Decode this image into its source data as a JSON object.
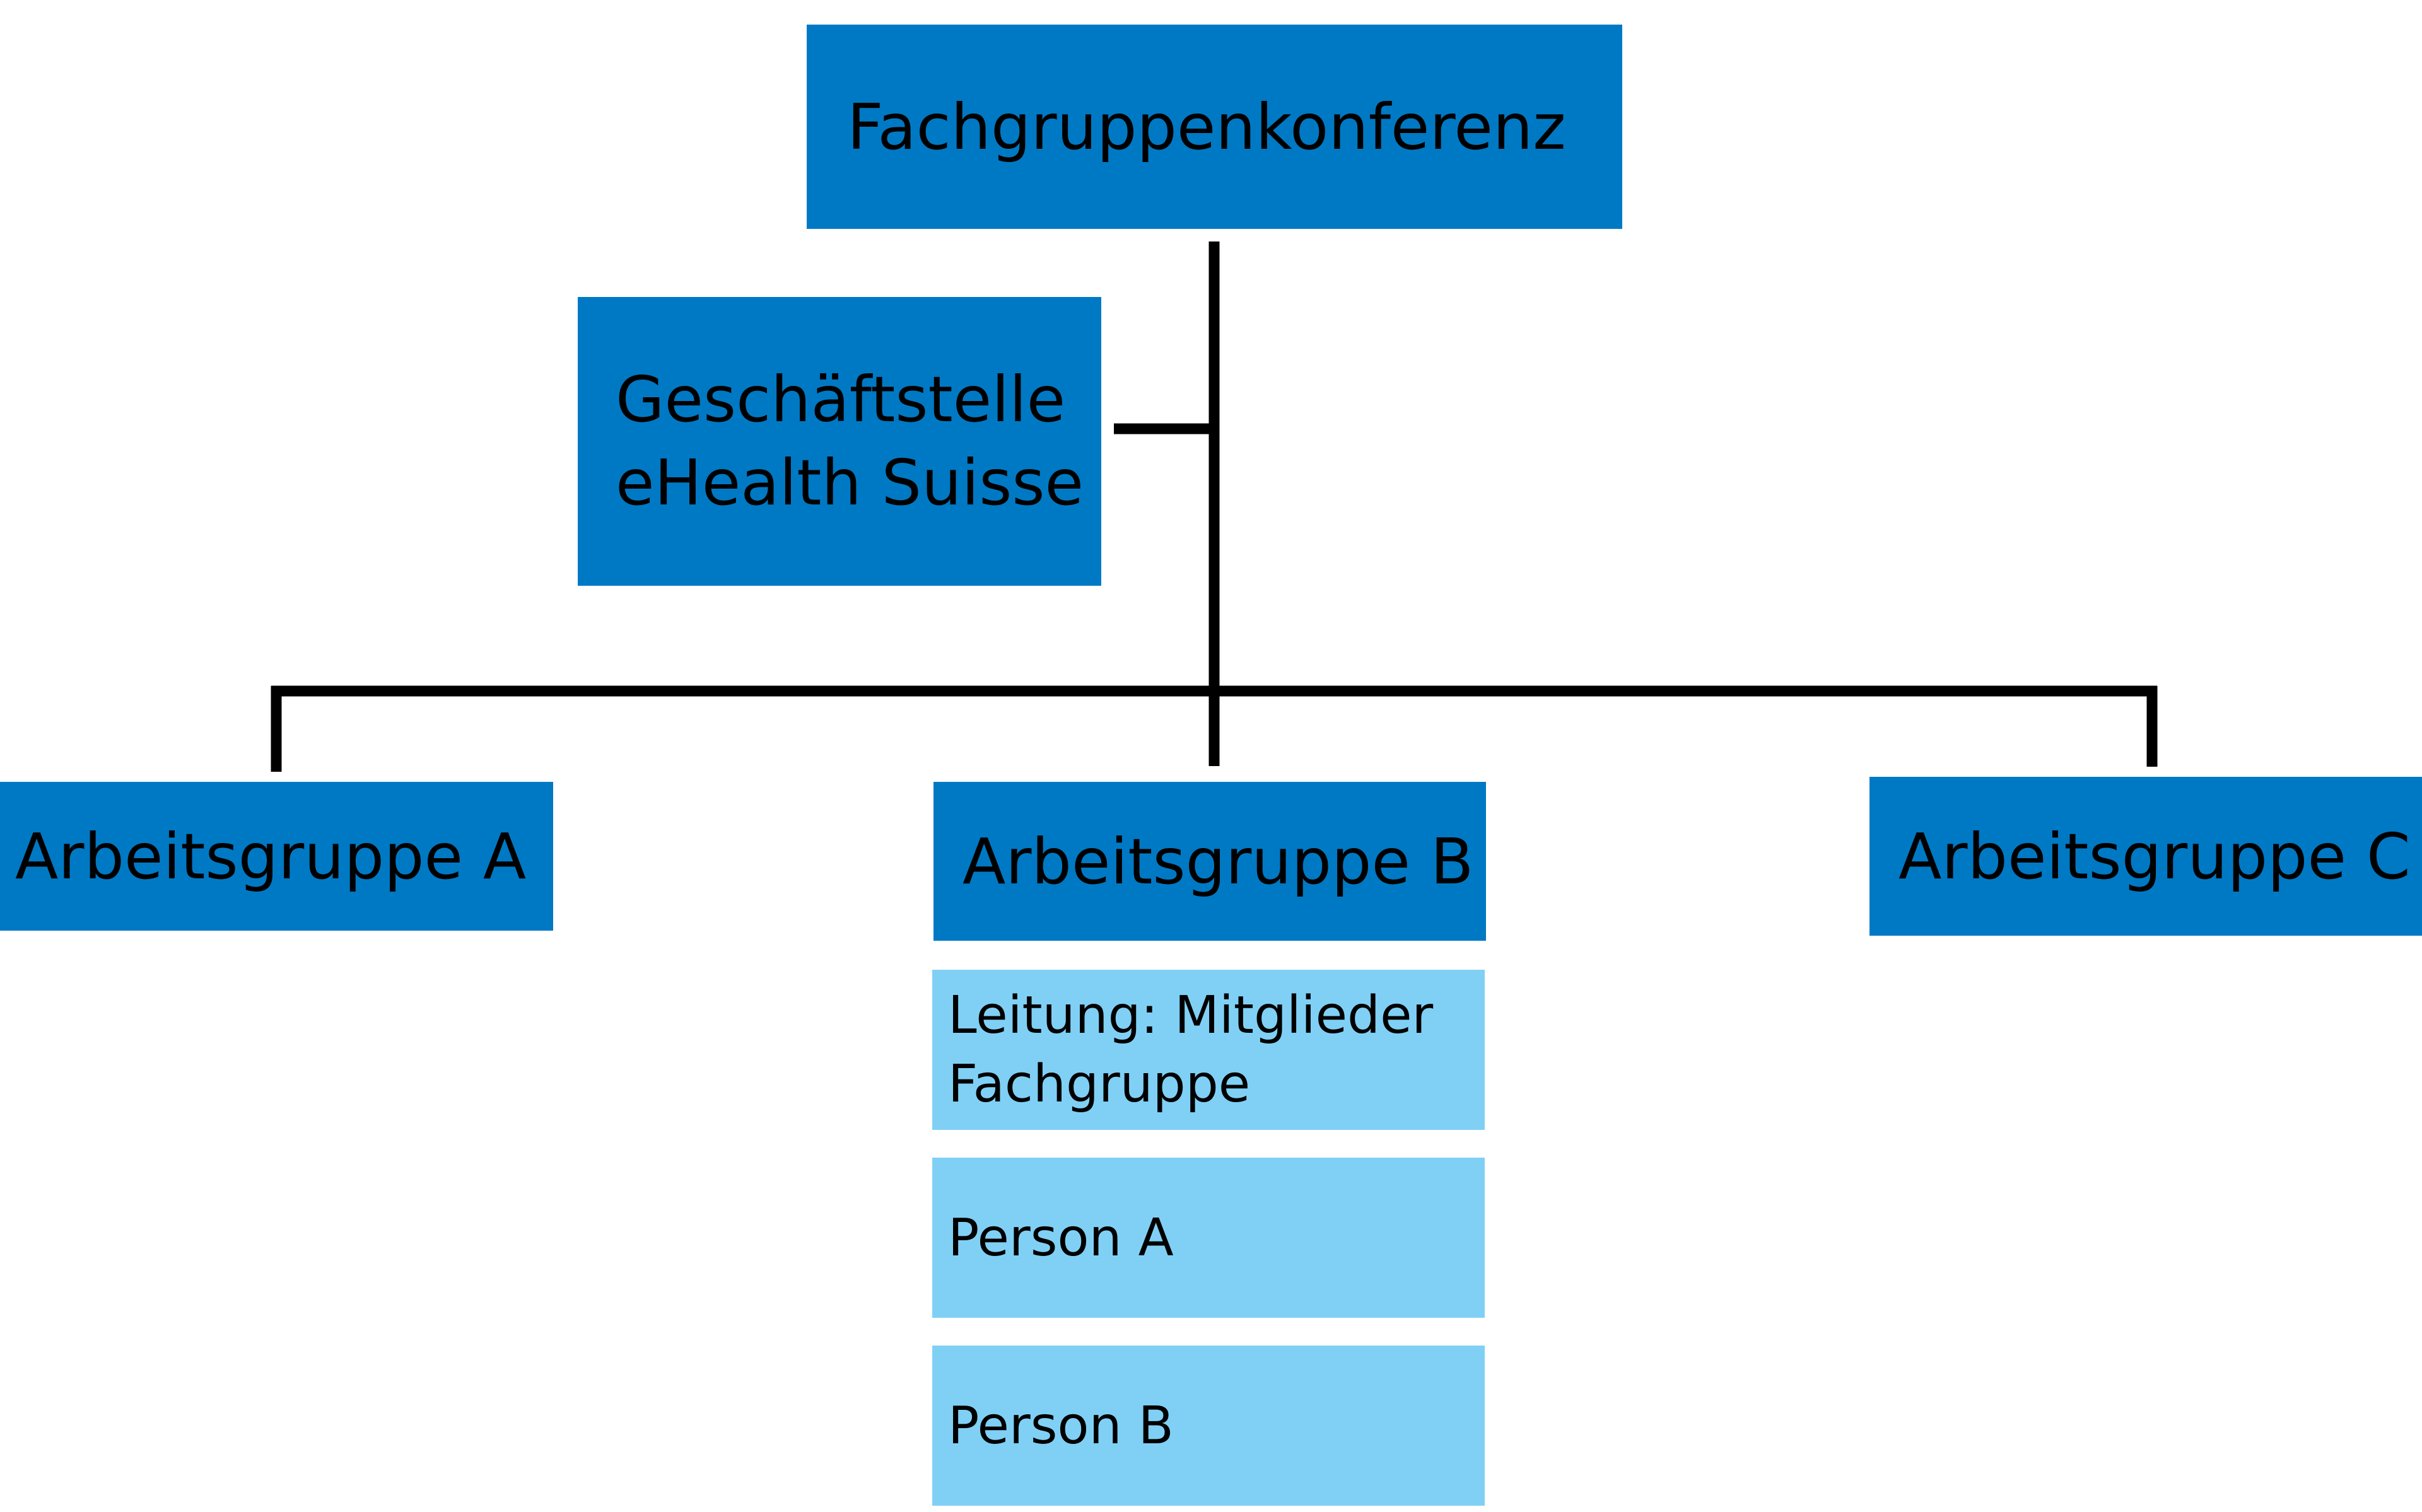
{
  "diagram": {
    "colors": {
      "primary_box": "#0079c5",
      "secondary_box": "#80d0f5",
      "connector": "#000000",
      "text": "#000000"
    },
    "nodes": {
      "top": {
        "label": "Fachgruppenkonferenz"
      },
      "office": {
        "label": "Geschäftstelle\neHealth Suisse"
      },
      "group_a": {
        "label": "Arbeitsgruppe A"
      },
      "group_b": {
        "label": "Arbeitsgruppe B"
      },
      "group_c": {
        "label": "Arbeitsgruppe C"
      },
      "group_b_members": [
        {
          "label": "Leitung: Mitglieder\nFachgruppe"
        },
        {
          "label": "Person A"
        },
        {
          "label": "Person B"
        }
      ]
    },
    "edges": [
      {
        "from": "top",
        "to": "office"
      },
      {
        "from": "top",
        "to": "group_a"
      },
      {
        "from": "top",
        "to": "group_b"
      },
      {
        "from": "top",
        "to": "group_c"
      }
    ]
  }
}
